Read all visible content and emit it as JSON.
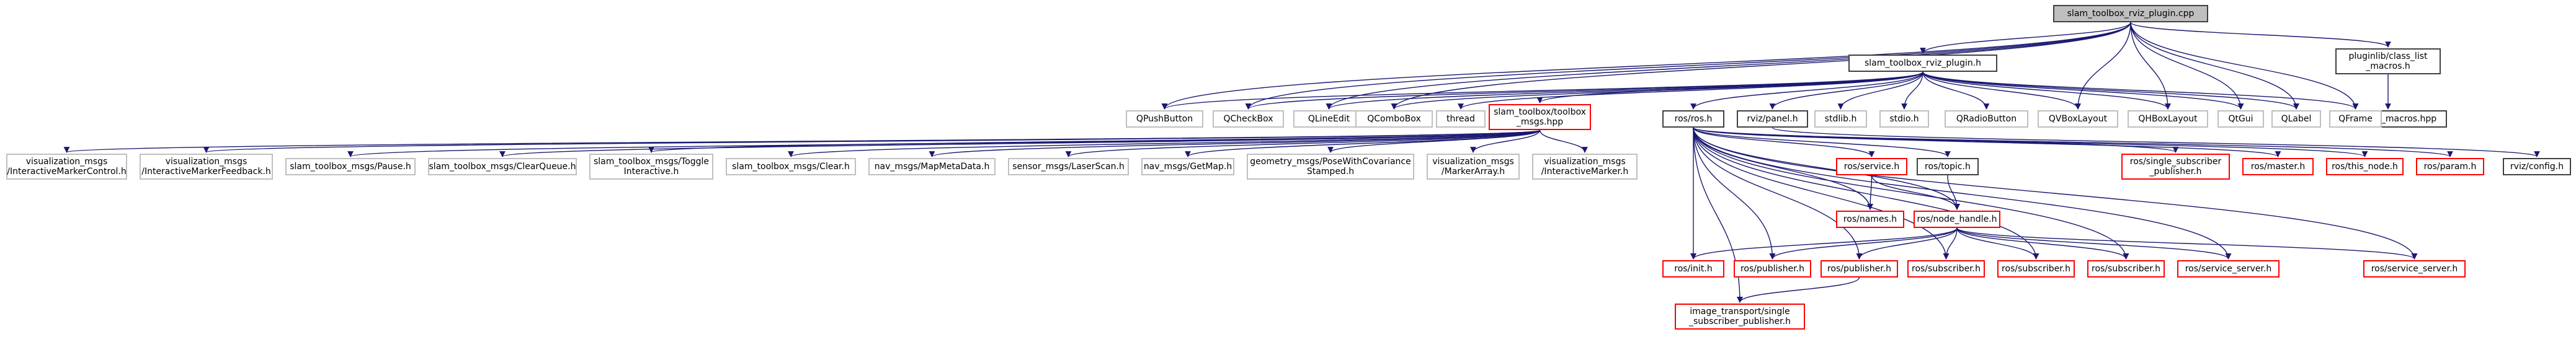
{
  "colors": {
    "edge": "#191970",
    "broken_border": "#ff0000",
    "root_fill": "#bfbfbf",
    "normal_border": "#404040",
    "external_border": "#bfbfbf"
  },
  "nodes": {
    "root": "slam_toolbox_rviz_plugin.cpp",
    "hdr": "slam_toolbox_rviz_plugin.h",
    "pluginlib": "pluginlib/class_list\n_macros.h",
    "classlist": "/class_list_macros.hpp",
    "qpush": "QPushButton",
    "qcheck": "QCheckBox",
    "qline": "QLineEdit",
    "qcombo": "QComboBox",
    "thread": "thread",
    "stt": "slam_toolbox/toolbox\n_msgs.hpp",
    "rosros": "ros/ros.h",
    "rvizpanel": "rviz/panel.h",
    "stdlib": "stdlib.h",
    "stdio": "stdio.h",
    "qradio": "QRadioButton",
    "qvbox": "QVBoxLayout",
    "qhbox": "QHBoxLayout",
    "qtgui": "QtGui",
    "qlabel": "QLabel",
    "qframe": "QFrame",
    "vis_imc": "visualization_msgs\n/InteractiveMarkerControl.h",
    "vis_imf": "visualization_msgs\n/InteractiveMarkerFeedback.h",
    "st_pause": "slam_toolbox_msgs/Pause.h",
    "st_clearq": "slam_toolbox_msgs/ClearQueue.h",
    "st_toggle": "slam_toolbox_msgs/Toggle\nInteractive.h",
    "st_clear": "slam_toolbox_msgs/Clear.h",
    "nav_mapmeta": "nav_msgs/MapMetaData.h",
    "sensor_laser": "sensor_msgs/LaserScan.h",
    "nav_getmap": "nav_msgs/GetMap.h",
    "geo_pose": "geometry_msgs/PoseWithCovariance\nStamped.h",
    "vis_ma": "visualization_msgs\n/MarkerArray.h",
    "vis_im": "visualization_msgs\n/InteractiveMarker.h",
    "rosservice": "ros/service.h",
    "rostopic": "ros/topic.h",
    "rossingle": "ros/single_subscriber\n_publisher.h",
    "rosmaster": "ros/master.h",
    "rosthis": "ros/this_node.h",
    "rosparam": "ros/param.h",
    "rvizconfig": "rviz/config.h",
    "rosnames": "ros/names.h",
    "rosnode": "ros/node_handle.h",
    "rosinit": "ros/init.h",
    "rospub1": "ros/publisher.h",
    "rospub2": "ros/publisher.h",
    "rossub1": "ros/subscriber.h",
    "rossub2": "ros/subscriber.h",
    "rossub3": "ros/subscriber.h",
    "rossrv1": "ros/service_server.h",
    "rossrv2": "ros/service_server.h",
    "imgtrans": "image_transport/single\n_subscriber_publisher.h"
  }
}
